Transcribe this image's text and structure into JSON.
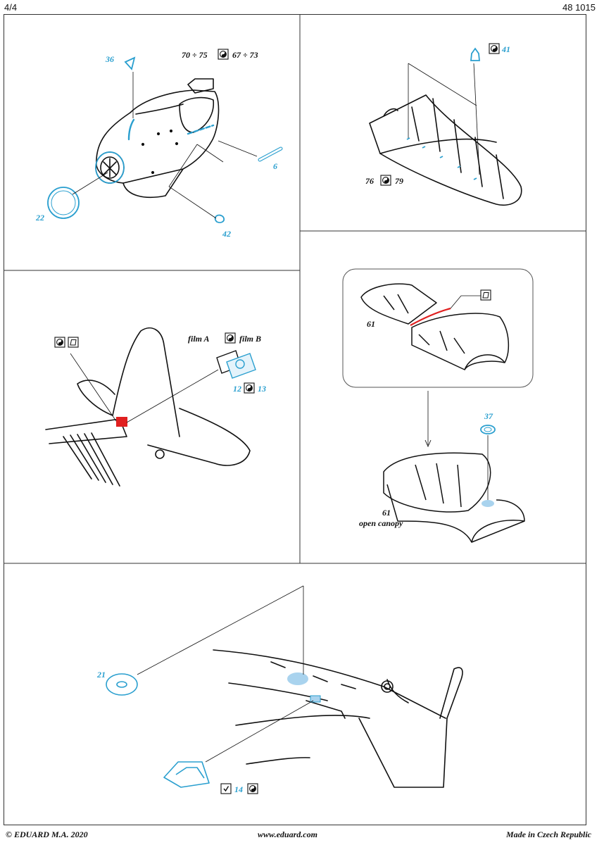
{
  "header": {
    "page": "4/4",
    "code": "48 1015"
  },
  "footer": {
    "copyright": "© EDUARD  M.A. 2020",
    "website": "www.eduard.com",
    "origin": "Made in Czech Republic"
  },
  "colors": {
    "part_blue": "#2a9fcf",
    "red_mark": "#e02020",
    "fill_blue": "#a9d3ee"
  },
  "panels": {
    "engine": {
      "parts": [
        "36",
        "22",
        "42",
        "6"
      ],
      "step": {
        "a": "70 ÷ 75",
        "b": "67 ÷ 73"
      }
    },
    "wing": {
      "parts": [
        "41"
      ],
      "step": {
        "a": "76",
        "b": "79"
      }
    },
    "tail": {
      "film": {
        "a": "film A",
        "b": "film B"
      },
      "parts": {
        "a": "12",
        "b": "13"
      }
    },
    "canopy": {
      "part_top": "61",
      "part_bottom": "61",
      "part_37": "37",
      "caption": "open canopy"
    },
    "fuselage": {
      "part_21": "21",
      "part_14": "14"
    }
  }
}
